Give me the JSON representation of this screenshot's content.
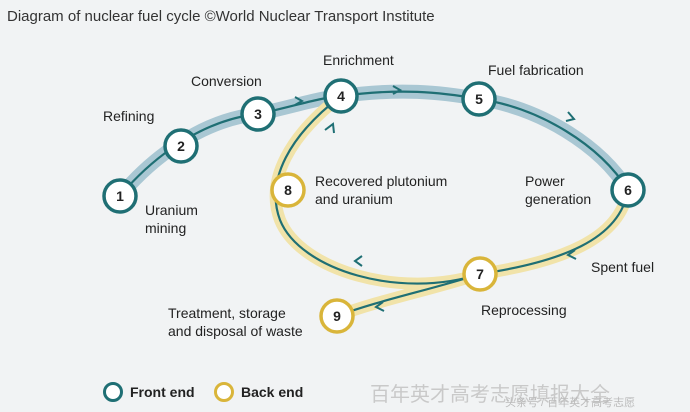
{
  "title": "Diagram of nuclear fuel cycle ©World Nuclear Transport Institute",
  "colors": {
    "front": "#1f6f74",
    "back": "#d9b53a",
    "front_glow": "#a9c7d3",
    "back_glow": "#f1e3a9"
  },
  "nodes": [
    {
      "number": "1",
      "kind": "front",
      "label": [
        "Uranium",
        "mining"
      ]
    },
    {
      "number": "2",
      "kind": "front",
      "label": [
        "Refining"
      ]
    },
    {
      "number": "3",
      "kind": "front",
      "label": [
        "Conversion"
      ]
    },
    {
      "number": "4",
      "kind": "front",
      "label": [
        "Enrichment"
      ]
    },
    {
      "number": "5",
      "kind": "front",
      "label": [
        "Fuel fabrication"
      ]
    },
    {
      "number": "6",
      "kind": "front",
      "label": [
        "Power",
        "generation"
      ]
    },
    {
      "number": "7",
      "kind": "back",
      "label": [
        "Reprocessing"
      ]
    },
    {
      "number": "8",
      "kind": "back",
      "label": [
        "Recovered plutonium",
        "and uranium"
      ]
    },
    {
      "number": "9",
      "kind": "back",
      "label": [
        "Treatment, storage",
        "and disposal of waste"
      ]
    }
  ],
  "edge_label": "Spent fuel",
  "legend": {
    "front": "Front end",
    "back": "Back end"
  },
  "watermark": "百年英才高考志愿填报大全",
  "credit": "头条号 / 百年英才高考志愿"
}
